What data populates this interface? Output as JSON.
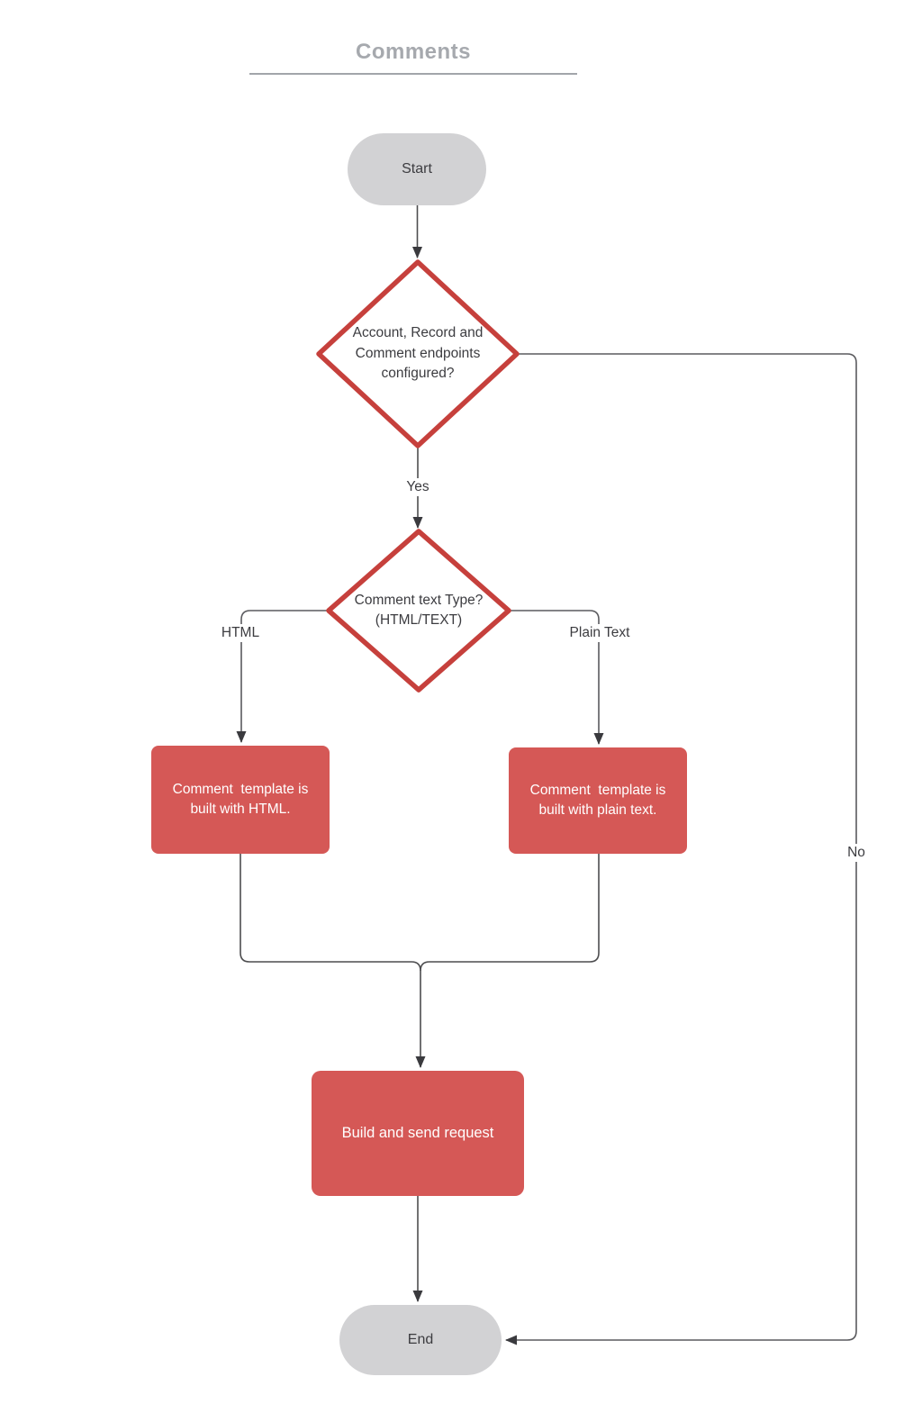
{
  "diagram": {
    "title": "Comments",
    "type": "flowchart",
    "colors": {
      "process_fill": "#d55856",
      "decision_border": "#c6403c",
      "decision_fill": "#ffffff",
      "terminal_fill": "#d2d2d4",
      "edge_stroke": "#4d4d4f",
      "node_text_dark": "#3c3c40",
      "node_text_light": "#ffffff",
      "title_color": "#a6a9ae"
    },
    "nodes": {
      "start": {
        "label": "Start",
        "type": "terminal"
      },
      "decision_endpoints": {
        "label": "Account, Record and Comment endpoints configured?",
        "type": "decision"
      },
      "decision_text_type": {
        "label": "Comment text Type? (HTML/TEXT)",
        "type": "decision"
      },
      "process_html": {
        "label": "Comment  template is built with HTML.",
        "type": "process"
      },
      "process_plain": {
        "label": "Comment  template is built with plain text.",
        "type": "process"
      },
      "process_build": {
        "label": "Build and send request",
        "type": "process"
      },
      "end": {
        "label": "End",
        "type": "terminal"
      }
    },
    "edge_labels": {
      "yes": "Yes",
      "no": "No",
      "html": "HTML",
      "plain_text": "Plain Text"
    }
  }
}
